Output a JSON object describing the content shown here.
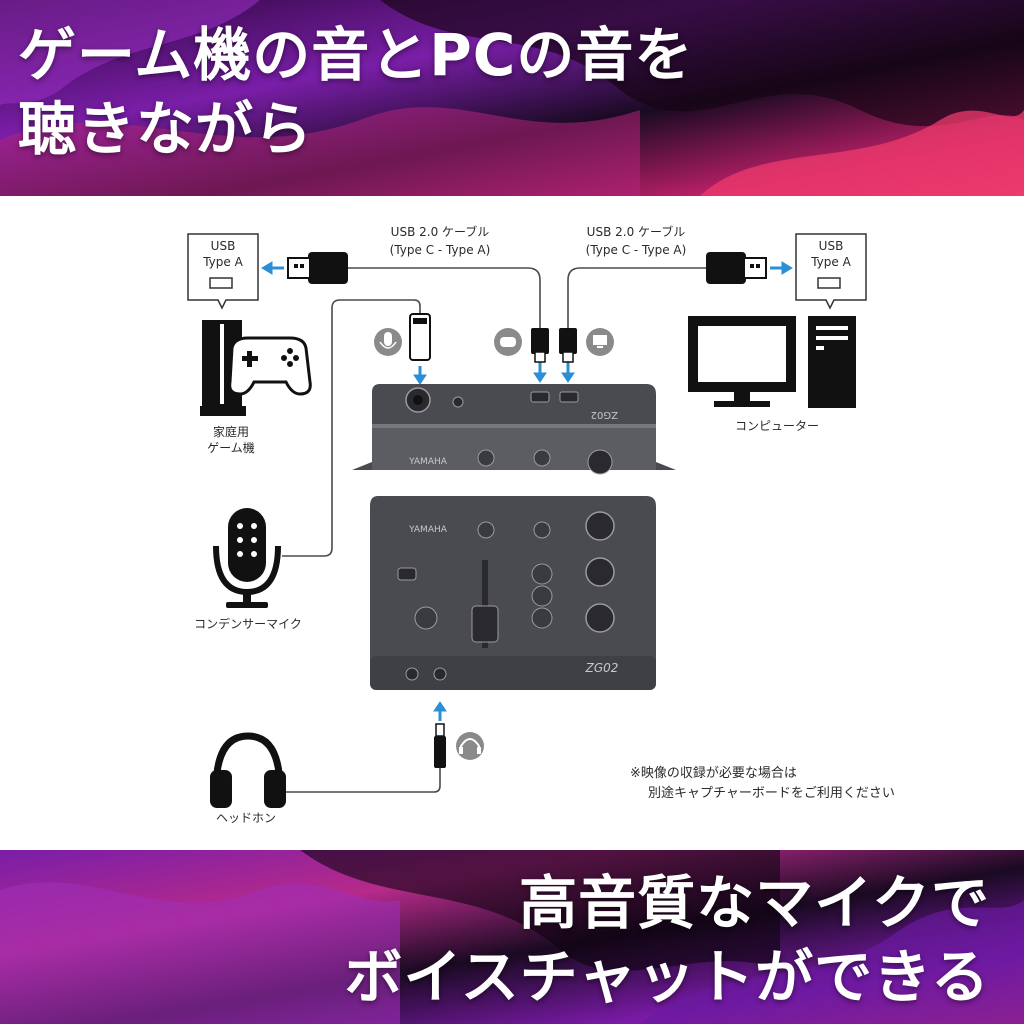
{
  "headline_top": {
    "line1": "ゲーム機の音とPCの音を",
    "line2": "聴きながら"
  },
  "headline_bottom": {
    "line1": "高音質なマイクで",
    "line2": "ボイスチャットができる"
  },
  "cable_left": {
    "line1": "USB 2.0 ケーブル",
    "line2": "(Type C - Type A)"
  },
  "cable_right": {
    "line1": "USB 2.0 ケーブル",
    "line2": "(Type C - Type A)"
  },
  "usb_left": {
    "line1": "USB",
    "line2": "Type A"
  },
  "usb_right": {
    "line1": "USB",
    "line2": "Type A"
  },
  "labels": {
    "game_console_line1": "家庭用",
    "game_console_line2": "ゲーム機",
    "computer": "コンピューター",
    "condenser_mic": "コンデンサーマイク",
    "headphones": "ヘッドホン"
  },
  "device": {
    "brand": "YAMAHA",
    "model": "ZG02"
  },
  "note": {
    "line1": "※映像の収録が必要な場合は",
    "line2": "別途キャプチャーボードをご利用ください"
  },
  "colors": {
    "arrow": "#2b8fd6",
    "device": "#4a4b50",
    "banner_purple": "#7a1ea8",
    "banner_pink": "#e0246a"
  }
}
